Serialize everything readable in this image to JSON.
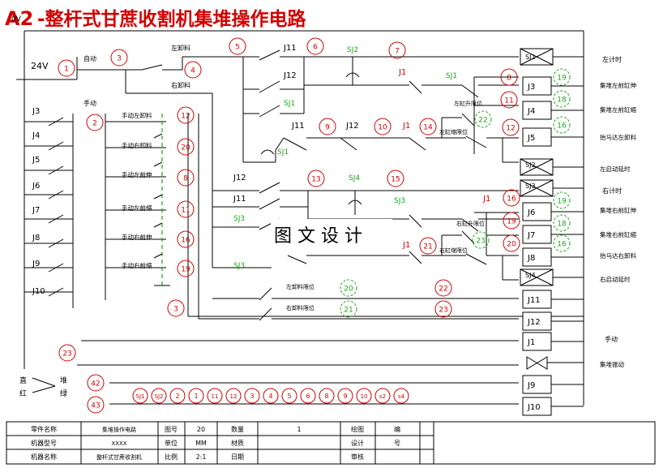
{
  "title": "A2-整杆式甘蔗收割机集堆操作电路",
  "title_prefix": "A2",
  "title_corner_small": "0V",
  "watermark": "图 文 设 计",
  "supply": {
    "voltage": "24V",
    "auto": "自动",
    "manual": "手动",
    "left_unload": "左卸料",
    "right_unload": "右卸料"
  },
  "switches_left": [
    "J3",
    "J4",
    "J5",
    "J6",
    "J7",
    "J8",
    "J9",
    "J10"
  ],
  "manual_labels": [
    "手动左卸料",
    "手动右卸料",
    "手动左前伸",
    "手动左前缩",
    "手动右前伸",
    "手动右前缩"
  ],
  "relay_contacts": {
    "j11": "J11",
    "j12": "J12",
    "sj1": "SJ1",
    "sj2": "SJ2",
    "j1": "J1",
    "sj4": "SJ4",
    "sj3": "SJ3",
    "left_cyl_limit": "左缸升限位",
    "left_cyl_down_limit": "左缸缩限位",
    "right_cyl_limit": "右缸升限位",
    "right_cyl_down_limit": "右缸缩限位",
    "left_unload_limit": "左卸料限位",
    "right_unload_limit": "右卸料限位"
  },
  "coils": [
    "SJ1",
    "J3",
    "J4",
    "J5",
    "SJ2",
    "SJ3",
    "J6",
    "J7",
    "J8",
    "SJ4",
    "J11",
    "J12",
    "J1",
    "J9",
    "J10"
  ],
  "right_labels": {
    "left_timer": "左计时",
    "left_ext": "集堆左前缸伸",
    "left_ret": "集堆左前缸缩",
    "left_unload_out": "抬马达左卸料",
    "left_delay": "左启动延时",
    "right_timer": "右计时",
    "right_ext": "集堆右前缸伸",
    "right_ret": "集堆右前缸缩",
    "right_unload_out": "抬马达右卸料",
    "right_delay": "右启动延时",
    "manual": "手动",
    "pile_vib": "集堆振动"
  },
  "legend": {
    "a": "直",
    "b": "堆",
    "c": "红",
    "d": "绿"
  },
  "bottom_row": [
    "SJ1",
    "SJ2",
    "2",
    "1",
    "11",
    "12",
    "3",
    "4",
    "5",
    "6",
    "8",
    "9",
    "10",
    "s2",
    "s4"
  ],
  "title_block": {
    "r1": [
      "零件名称",
      "集堆操作电路",
      "图号",
      "20",
      "数量",
      "1",
      "绘图",
      "编"
    ],
    "r2": [
      "机器型号",
      "XXXX",
      "单位",
      "MM",
      "材质",
      "",
      "设计",
      "号"
    ],
    "r3": [
      "机器名称",
      "整杆式甘蔗收割机",
      "比例",
      "2:1",
      "日期",
      "",
      "审核",
      ""
    ]
  }
}
